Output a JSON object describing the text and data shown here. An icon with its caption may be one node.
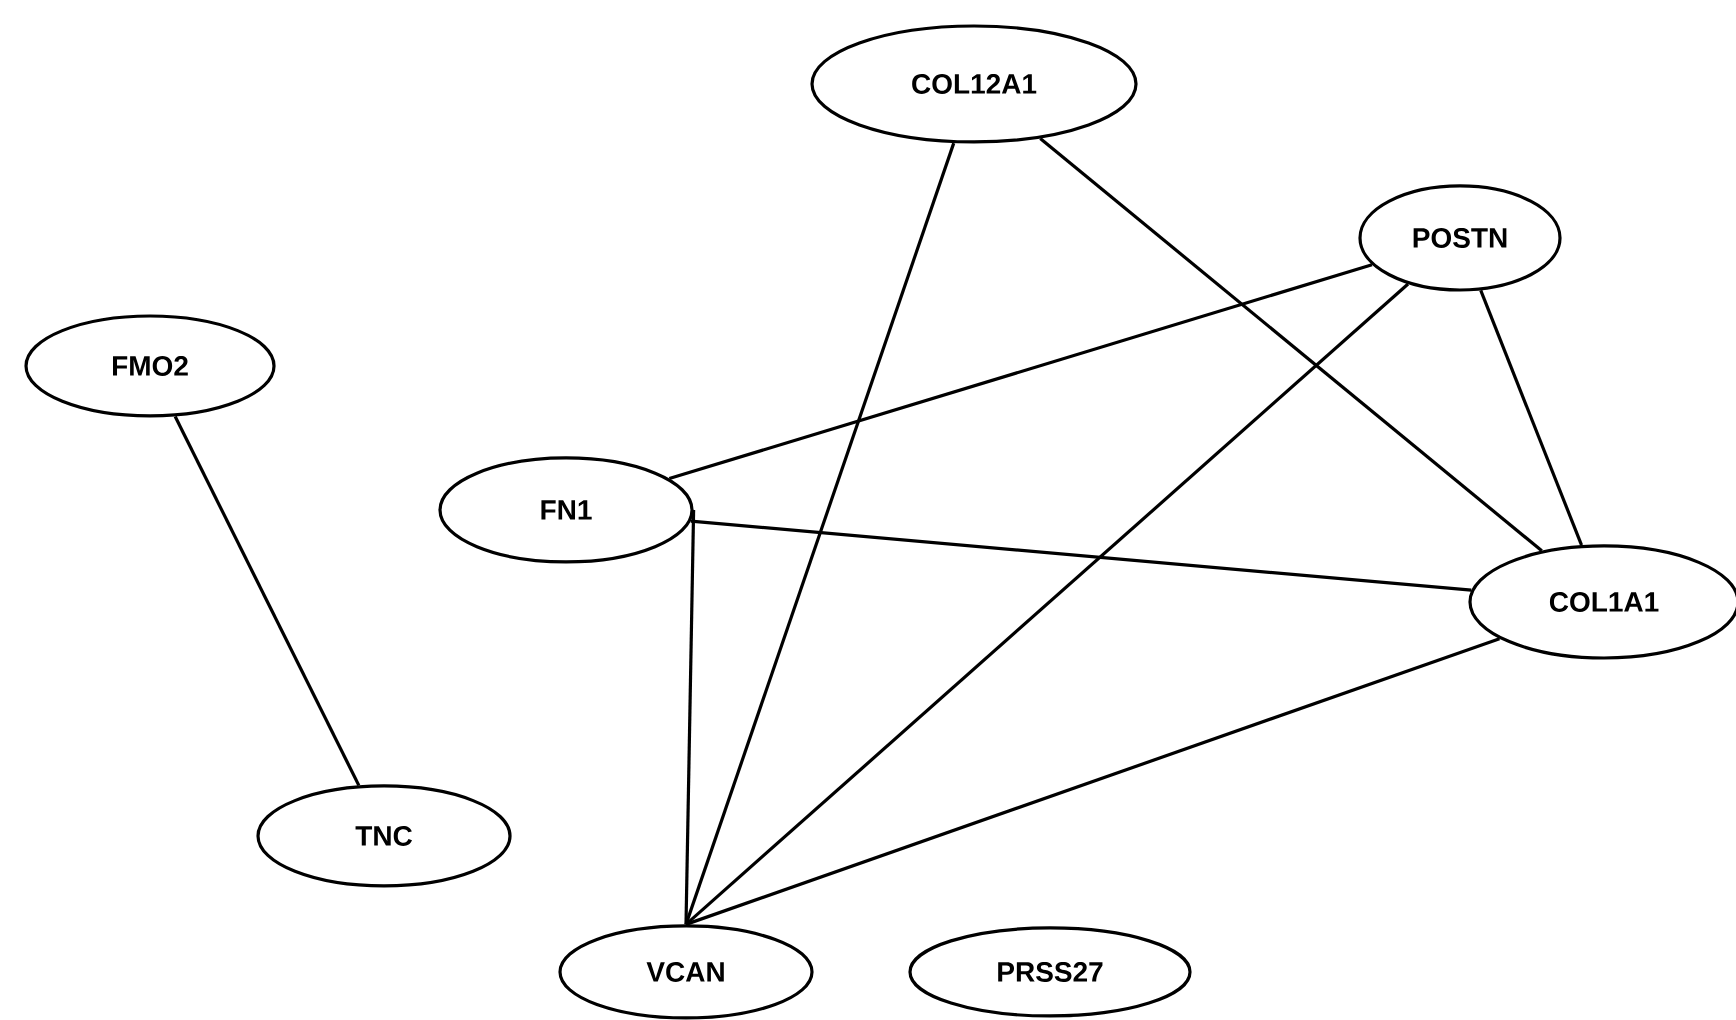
{
  "diagram": {
    "nodes": [
      {
        "text": [
          "COL12A1"
        ]
      },
      {
        "text": [
          "POSTN"
        ]
      },
      {
        "text": [
          "FMO2"
        ]
      },
      {
        "text": [
          "FN1"
        ]
      },
      {
        "text": [
          "COL1A1"
        ]
      },
      {
        "text": [
          "TNC"
        ]
      },
      {
        "text": [
          "VCAN"
        ]
      },
      {
        "text": [
          "PRSS27"
        ]
      }
    ],
    "edges": [
      {
        "from": 2,
        "to": 5,
        "arrow": "none"
      },
      {
        "from": 0,
        "to": 6,
        "arrow": "none"
      },
      {
        "from": 0,
        "to": 4,
        "arrow": "none"
      },
      {
        "from": 1,
        "to": 3,
        "arrow": "none"
      },
      {
        "from": 1,
        "to": 6,
        "arrow": "none"
      },
      {
        "from": 1,
        "to": 4,
        "arrow": "none"
      },
      {
        "from": 3,
        "to": 4,
        "arrow": "none"
      },
      {
        "from": 3,
        "to": 6,
        "arrow": "none"
      },
      {
        "from": 4,
        "to": 6,
        "arrow": "none"
      }
    ]
  }
}
